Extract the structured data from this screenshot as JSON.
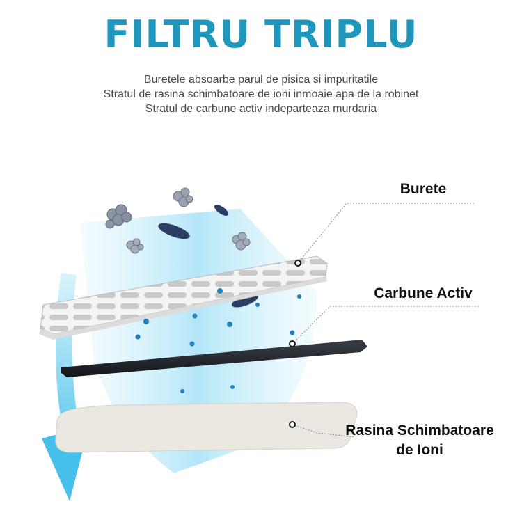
{
  "title": "FILTRU TRIPLU",
  "description": [
    "Buretele absoarbe parul de pisica si impuritatile",
    "Stratul de rasina schimbatoare de ioni inmoaie apa de la robinet",
    "Stratul de carbune activ indeparteaza murdaria"
  ],
  "layers": {
    "sponge": "Burete",
    "carbon": "Carbune Activ",
    "resin_line1": "Rasina Schimbatoare",
    "resin_line2": "de Ioni"
  },
  "colors": {
    "title": "#1f97bd",
    "water_flow": "#7fd3f0",
    "carbon": "#1c1f24",
    "resin": "#ece8e2"
  }
}
